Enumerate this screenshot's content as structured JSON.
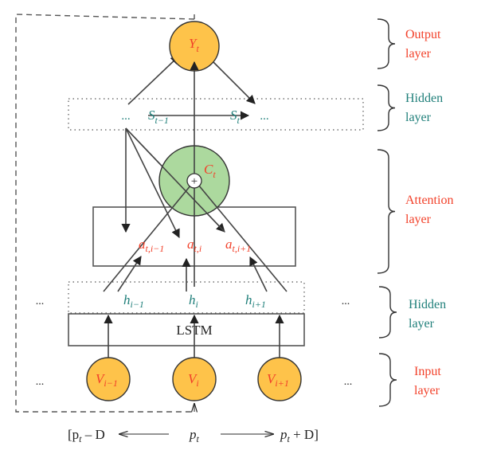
{
  "diagram": {
    "output_node": {
      "label": "Y",
      "sub": "t"
    },
    "context_node": {
      "label": "C",
      "sub": "t",
      "operator": "+"
    },
    "decoder_states": {
      "dots_left": "...",
      "prev": {
        "label": "S",
        "sub": "t−1"
      },
      "curr": {
        "label": "S",
        "sub": "t"
      },
      "dots_right": "..."
    },
    "attention_weights": [
      {
        "label": "a",
        "sub": "t,i−1"
      },
      {
        "label": "a",
        "sub": "t,i"
      },
      {
        "label": "a",
        "sub": "t,i+1"
      }
    ],
    "encoder_hidden": {
      "dots": "...",
      "items": [
        {
          "label": "h",
          "sub": "i−1"
        },
        {
          "label": "h",
          "sub": "i"
        },
        {
          "label": "h",
          "sub": "i+1"
        }
      ]
    },
    "lstm_label": "LSTM",
    "inputs": {
      "dots": "...",
      "items": [
        {
          "label": "V",
          "sub": "i−1"
        },
        {
          "label": "V",
          "sub": "i"
        },
        {
          "label": "V",
          "sub": "i+1"
        }
      ]
    },
    "axis": {
      "left": "[p",
      "left_sub": "t",
      "left_tail": " – D",
      "center": "p",
      "center_sub": "t",
      "right": "p",
      "right_sub": "t",
      "right_tail": " + D]"
    },
    "layers": [
      {
        "line1": "Output",
        "line2": "layer",
        "color": "#f2412a"
      },
      {
        "line1": "Hidden",
        "line2": "layer",
        "color": "#1f7f7a"
      },
      {
        "line1": "Attention",
        "line2": "layer",
        "color": "#f2412a"
      },
      {
        "line1": "Hidden",
        "line2": "layer",
        "color": "#1f7f7a"
      },
      {
        "line1": "Input",
        "line2": "layer",
        "color": "#f2412a"
      }
    ],
    "colors": {
      "orange_node": "#fec34a",
      "green_node": "#acd99e",
      "red_text": "#f2412a",
      "teal_text": "#1f7f7a"
    }
  }
}
